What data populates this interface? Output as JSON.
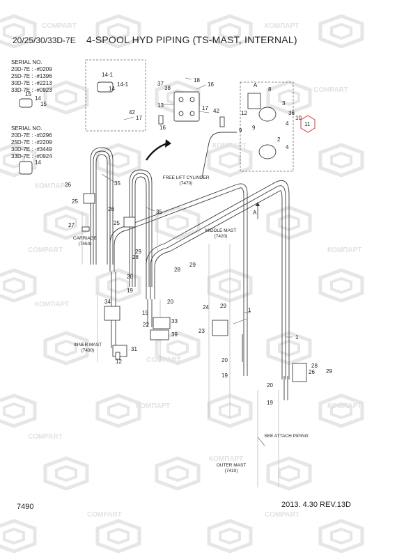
{
  "header": {
    "model": "20/25/30/33D-7E",
    "title": "4-SPOOL HYD PIPING (TS-MAST, INTERNAL)"
  },
  "serial_top": {
    "heading": "SERIAL NO.",
    "rows": [
      "20D-7E : -#0209",
      "25D-7E : -#1396",
      "30D-7E : -#2213",
      "33D-7E : -#0923"
    ]
  },
  "serial_bottom": {
    "heading": "SERIAL NO.",
    "rows": [
      "20D-7E : -#0296",
      "25D-7E : -#2209",
      "30D-7E : -#3449",
      "33D-7E : -#0924"
    ]
  },
  "labels": {
    "free_lift_cylinder": "FREE LIFT CYLINDER",
    "free_lift_code": "(7470)",
    "middle_mast": "MIDDLE MAST",
    "middle_mast_code": "(7420)",
    "carriage": "CARRIAGE",
    "carriage_code": "(7450)",
    "inner_mast": "INNER MAST",
    "inner_mast_code": "(7430)",
    "outer_mast": "OUTER MAST",
    "outer_mast_code": "(7410)",
    "see_attach": "SEE ATTACH PIPING",
    "view_a": "A"
  },
  "watermark": "COMPART",
  "watermark_alt": "КОМПАРТ",
  "part_numbers": {
    "p1": "1",
    "p2": "2",
    "p3": "3",
    "p4": "4",
    "p8": "8",
    "p9": "9",
    "p10": "10",
    "p11": "11",
    "p12": "12",
    "p13": "13",
    "p14": "14",
    "p14_1": "14-1",
    "p15": "15",
    "p16": "16",
    "p17": "17",
    "p18": "18",
    "p19": "19",
    "p20": "20",
    "p22": "22",
    "p23": "23",
    "p24": "24",
    "p25": "25",
    "p26": "26",
    "p27": "27",
    "p28": "28",
    "p29": "29",
    "p31": "31",
    "p33": "33",
    "p34": "34",
    "p35": "35",
    "p36": "36",
    "p37": "37",
    "p38": "38",
    "p39": "39",
    "p42": "42"
  },
  "footer": {
    "page": "7490",
    "date_rev": "2013. 4.30  REV.13D"
  },
  "colors": {
    "line": "#3a3a3a",
    "watermark": "#e6e6e6",
    "highlight": "#e03030"
  }
}
